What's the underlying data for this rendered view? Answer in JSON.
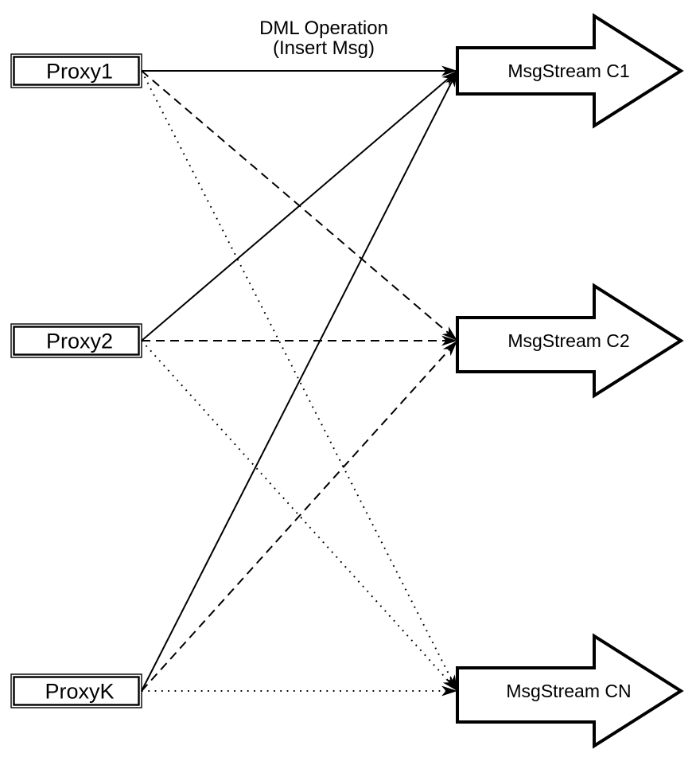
{
  "diagram": {
    "title": {
      "line1": "DML Operation",
      "line2": "(Insert Msg)"
    },
    "proxies": [
      {
        "id": "proxy1",
        "label": "Proxy1"
      },
      {
        "id": "proxy2",
        "label": "Proxy2"
      },
      {
        "id": "proxyk",
        "label": "ProxyK"
      }
    ],
    "streams": [
      {
        "id": "c1",
        "label": "MsgStream C1",
        "incoming_line_style": "solid"
      },
      {
        "id": "c2",
        "label": "MsgStream C2",
        "incoming_line_style": "dashed"
      },
      {
        "id": "cn",
        "label": "MsgStream CN",
        "incoming_line_style": "dotted"
      }
    ],
    "edges": [
      {
        "from": "proxy1",
        "to": "c1",
        "style": "solid"
      },
      {
        "from": "proxy2",
        "to": "c1",
        "style": "solid"
      },
      {
        "from": "proxyk",
        "to": "c1",
        "style": "solid"
      },
      {
        "from": "proxy1",
        "to": "c2",
        "style": "dashed"
      },
      {
        "from": "proxy2",
        "to": "c2",
        "style": "dashed"
      },
      {
        "from": "proxyk",
        "to": "c2",
        "style": "dashed"
      },
      {
        "from": "proxy1",
        "to": "cn",
        "style": "dotted"
      },
      {
        "from": "proxy2",
        "to": "cn",
        "style": "dotted"
      },
      {
        "from": "proxyk",
        "to": "cn",
        "style": "dotted"
      }
    ],
    "colors": {
      "stroke": "#000000",
      "fill": "#ffffff",
      "background": "#ffffff"
    }
  }
}
